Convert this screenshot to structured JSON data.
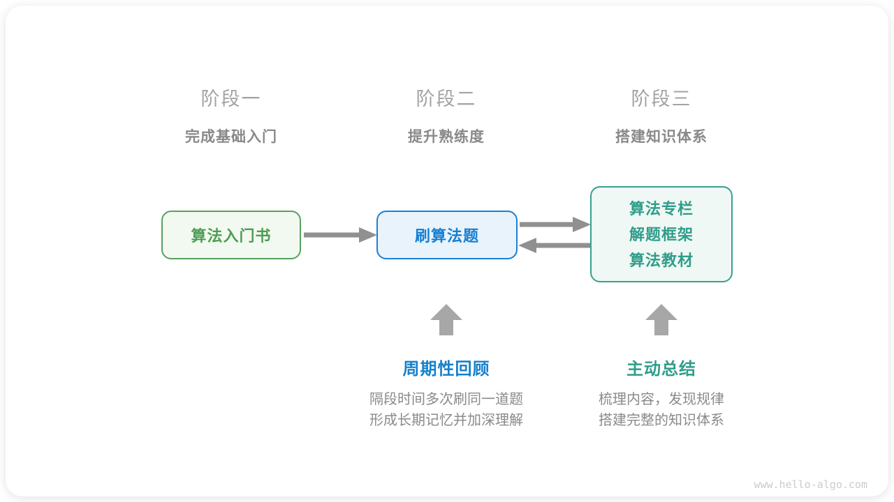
{
  "stages": [
    {
      "title": "阶段一",
      "subtitle": "完成基础入门"
    },
    {
      "title": "阶段二",
      "subtitle": "提升熟练度"
    },
    {
      "title": "阶段三",
      "subtitle": "搭建知识体系"
    }
  ],
  "nodes": {
    "intro_book": {
      "label": "算法入门书"
    },
    "practice": {
      "label": "刷算法题"
    },
    "knowledge": {
      "lines": [
        "算法专栏",
        "解题框架",
        "算法教材"
      ]
    }
  },
  "annotations": [
    {
      "title": "周期性回顾",
      "lines": [
        "隔段时间多次刷同一道题",
        "形成长期记忆并加深理解"
      ]
    },
    {
      "title": "主动总结",
      "lines": [
        "梳理内容，发现规律",
        "搭建完整的知识体系"
      ]
    }
  ],
  "watermark": "www.hello-algo.com",
  "colors": {
    "green_node_border": "#57a15d",
    "green_node_text": "#4d9e53",
    "green_node_bg": "#f2f9f0",
    "blue_node_border": "#1b80d5",
    "blue_node_text": "#157fd2",
    "blue_node_bg": "#e9f3fc",
    "teal_node_border": "#39a08e",
    "teal_node_text": "#2f9d8a",
    "teal_node_bg": "#eff8f4",
    "annotation_blue": "#1780cc",
    "annotation_teal": "#2f9d8a",
    "connector_gray": "#909090",
    "block_arrow_gray": "#a7a7a7",
    "stage_title_gray": "#a3a3a3",
    "stage_subtitle_gray": "#898989",
    "description_gray": "#8a8a8a",
    "watermark_gray": "#cbcbcb"
  }
}
